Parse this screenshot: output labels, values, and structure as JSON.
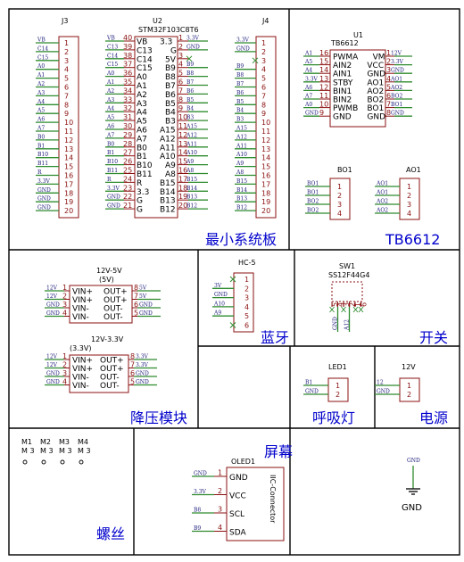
{
  "j3": {
    "ref": "J3",
    "nets": [
      "VB",
      "C14",
      "C15",
      "A0",
      "A1",
      "A2",
      "A3",
      "A4",
      "A5",
      "A6",
      "A7",
      "B0",
      "B1",
      "B10",
      "B11",
      "R",
      "3.3V",
      "GND",
      "GND",
      "GND"
    ]
  },
  "u2": {
    "ref": "U2",
    "value": "STM32F103C8T6",
    "left": [
      {
        "num": "40",
        "fn": "VB",
        "net": "VB"
      },
      {
        "num": "39",
        "fn": "C13",
        "net": "C13"
      },
      {
        "num": "38",
        "fn": "C14",
        "net": "C14"
      },
      {
        "num": "37",
        "fn": "C15",
        "net": "C15"
      },
      {
        "num": "36",
        "fn": "A0",
        "net": "A0"
      },
      {
        "num": "35",
        "fn": "A1",
        "net": "A1"
      },
      {
        "num": "34",
        "fn": "A2",
        "net": "A2"
      },
      {
        "num": "33",
        "fn": "A3",
        "net": "A3"
      },
      {
        "num": "32",
        "fn": "A4",
        "net": "A4"
      },
      {
        "num": "31",
        "fn": "A5",
        "net": "A5"
      },
      {
        "num": "30",
        "fn": "A6",
        "net": "A6"
      },
      {
        "num": "29",
        "fn": "A7",
        "net": "A7"
      },
      {
        "num": "28",
        "fn": "B0",
        "net": "B0"
      },
      {
        "num": "27",
        "fn": "B1",
        "net": "B1"
      },
      {
        "num": "26",
        "fn": "B10",
        "net": "B10"
      },
      {
        "num": "25",
        "fn": "B11",
        "net": "B11"
      },
      {
        "num": "24",
        "fn": "R",
        "net": "R"
      },
      {
        "num": "23",
        "fn": "3.3",
        "net": "3.3V"
      },
      {
        "num": "22",
        "fn": "G",
        "net": "GND"
      },
      {
        "num": "21",
        "fn": "G",
        "net": "GND"
      }
    ],
    "right": [
      {
        "num": "1",
        "fn": "3.3",
        "net": "3.3V"
      },
      {
        "num": "2",
        "fn": "G",
        "net": "GND"
      },
      {
        "num": "3",
        "fn": "5V",
        "net": ""
      },
      {
        "num": "4",
        "fn": "B9",
        "net": "B9"
      },
      {
        "num": "5",
        "fn": "B8",
        "net": "B8"
      },
      {
        "num": "6",
        "fn": "B7",
        "net": "B7"
      },
      {
        "num": "7",
        "fn": "B6",
        "net": "B6"
      },
      {
        "num": "8",
        "fn": "B5",
        "net": "B5"
      },
      {
        "num": "9",
        "fn": "B4",
        "net": "B4"
      },
      {
        "num": "10",
        "fn": "B3",
        "net": "B3"
      },
      {
        "num": "11",
        "fn": "A15",
        "net": "A15"
      },
      {
        "num": "12",
        "fn": "A12",
        "net": "A12"
      },
      {
        "num": "13",
        "fn": "A11",
        "net": "A11"
      },
      {
        "num": "14",
        "fn": "A10",
        "net": "A10"
      },
      {
        "num": "15",
        "fn": "A9",
        "net": "A9"
      },
      {
        "num": "16",
        "fn": "A8",
        "net": "A8"
      },
      {
        "num": "17",
        "fn": "B15",
        "net": "B15"
      },
      {
        "num": "18",
        "fn": "B14",
        "net": "B14"
      },
      {
        "num": "19",
        "fn": "B13",
        "net": "B13"
      },
      {
        "num": "20",
        "fn": "B12",
        "net": "B12"
      }
    ]
  },
  "j4": {
    "ref": "J4",
    "nets": [
      "3.3V",
      "GND",
      "",
      "B9",
      "B8",
      "B7",
      "B6",
      "B5",
      "B4",
      "B3",
      "A15",
      "A12",
      "A11",
      "A10",
      "A9",
      "A8",
      "B15",
      "B14",
      "B13",
      "B12"
    ]
  },
  "u1": {
    "ref": "U1",
    "value": "TB6612",
    "left": [
      {
        "num": "16",
        "fn": "PWMA",
        "net": "A1"
      },
      {
        "num": "15",
        "fn": "AIN2",
        "net": "A5"
      },
      {
        "num": "14",
        "fn": "AIN1",
        "net": "A4"
      },
      {
        "num": "13",
        "fn": "STBY",
        "net": "3.3V"
      },
      {
        "num": "12",
        "fn": "BIN1",
        "net": "A6"
      },
      {
        "num": "11",
        "fn": "BIN2",
        "net": "A7"
      },
      {
        "num": "10",
        "fn": "PWMB",
        "net": "A0"
      },
      {
        "num": "9",
        "fn": "GND",
        "net": "GND"
      }
    ],
    "right": [
      {
        "num": "1",
        "fn": "VM",
        "net": "12V"
      },
      {
        "num": "2",
        "fn": "VCC",
        "net": "3.3V"
      },
      {
        "num": "3",
        "fn": "GND",
        "net": "GND"
      },
      {
        "num": "4",
        "fn": "AO1",
        "net": "AO1"
      },
      {
        "num": "5",
        "fn": "AO2",
        "net": "AO2"
      },
      {
        "num": "6",
        "fn": "BO2",
        "net": "BO2"
      },
      {
        "num": "7",
        "fn": "BO1",
        "net": "BO1"
      },
      {
        "num": "8",
        "fn": "GND",
        "net": "GND"
      }
    ]
  },
  "bo1": {
    "ref": "BO1",
    "nets": [
      "BO1",
      "BO1",
      "BO2",
      "BO2"
    ]
  },
  "ao1": {
    "ref": "AO1",
    "nets": [
      "AO1",
      "AO1",
      "AO2",
      "AO2"
    ]
  },
  "buck1": {
    "title": "12V-5V",
    "value": "(5V)",
    "left": [
      {
        "num": "1",
        "fn": "VIN+",
        "net": "12V"
      },
      {
        "num": "2",
        "fn": "VIN+",
        "net": "12V"
      },
      {
        "num": "3",
        "fn": "VIN-",
        "net": "GND"
      },
      {
        "num": "4",
        "fn": "VIN-",
        "net": "GND"
      }
    ],
    "right": [
      {
        "num": "8",
        "fn": "OUT+",
        "net": "5V"
      },
      {
        "num": "7",
        "fn": "OUT+",
        "net": "5V"
      },
      {
        "num": "6",
        "fn": "OUT-",
        "net": "GND"
      },
      {
        "num": "5",
        "fn": "OUT-",
        "net": "GND"
      }
    ]
  },
  "buck2": {
    "title": "12V-3.3V",
    "value": "(3.3V)",
    "left": [
      {
        "num": "1",
        "fn": "VIN+",
        "net": "12V"
      },
      {
        "num": "2",
        "fn": "VIN+",
        "net": "12V"
      },
      {
        "num": "3",
        "fn": "VIN-",
        "net": "GND"
      },
      {
        "num": "4",
        "fn": "VIN-",
        "net": "GND"
      }
    ],
    "right": [
      {
        "num": "8",
        "fn": "OUT+",
        "net": "3.3V"
      },
      {
        "num": "7",
        "fn": "OUT+",
        "net": "3.3V"
      },
      {
        "num": "6",
        "fn": "OUT-",
        "net": "GND"
      },
      {
        "num": "5",
        "fn": "OUT-",
        "net": "GND"
      }
    ]
  },
  "hc5": {
    "ref": "HC-5",
    "pins": [
      "1",
      "2",
      "3",
      "4",
      "5",
      "6"
    ],
    "nets": [
      "",
      "3V",
      "GND",
      "A10",
      "A9",
      ""
    ]
  },
  "sw1": {
    "ref": "SW1",
    "value": "SS12F44G4",
    "pins": [
      "5",
      "4",
      "3",
      "2",
      "1",
      "6"
    ],
    "nets": [
      "GND",
      "A12"
    ]
  },
  "led1": {
    "ref": "LED1",
    "nets": [
      "B1",
      "GND"
    ]
  },
  "pwr": {
    "ref": "12V",
    "nets": [
      "12",
      "GND"
    ]
  },
  "screws": [
    {
      "ref": "M1",
      "value": "M 3"
    },
    {
      "ref": "M2",
      "value": "M 3"
    },
    {
      "ref": "M3",
      "value": "M 3"
    },
    {
      "ref": "M4",
      "value": "M 3"
    }
  ],
  "oled": {
    "ref": "OLED1",
    "side": "IIC-Connector",
    "pins": [
      {
        "num": "1",
        "fn": "GND",
        "net": "GND"
      },
      {
        "num": "2",
        "fn": "VCC",
        "net": "3.3V"
      },
      {
        "num": "3",
        "fn": "SCL",
        "net": "B8"
      },
      {
        "num": "4",
        "fn": "SDA",
        "net": "B9"
      }
    ]
  },
  "gnd": {
    "top": "GND",
    "bottom": "GND"
  },
  "sections": {
    "mcu": "最小系统板",
    "driver": "TB6612",
    "buck": "降压模块",
    "bt": "蓝牙",
    "switch": "开关",
    "breath": "呼吸灯",
    "power": "电源",
    "screw": "螺丝",
    "screen": "屏幕"
  },
  "colors": {
    "wire": "#2e8b2e",
    "component": "#8b1010",
    "section_label": "#0000cc",
    "net_label": "#1a1a7a",
    "cross": "#2e8b2e",
    "vcc_pin": "#dd0000"
  }
}
